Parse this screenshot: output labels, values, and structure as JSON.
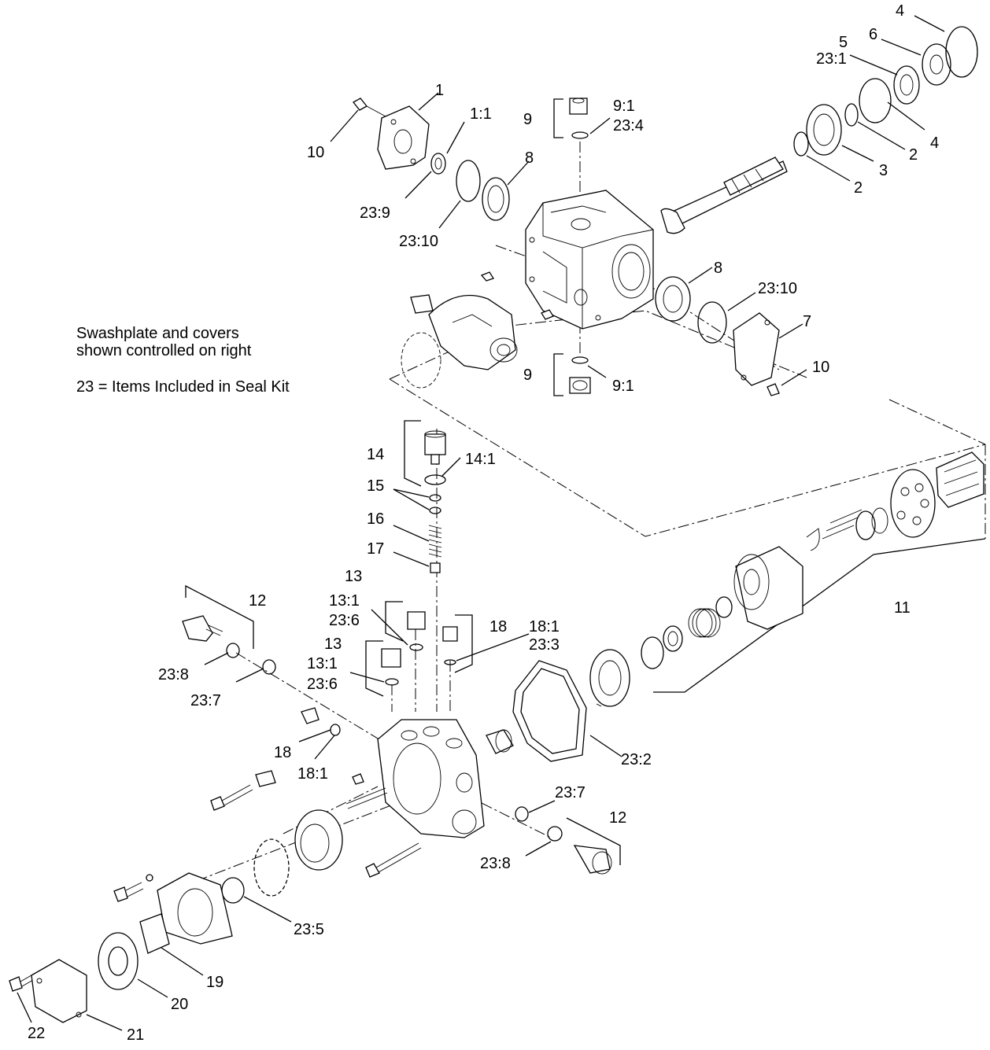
{
  "notes": {
    "line1": "Swashplate and covers",
    "line2": "shown controlled on right",
    "seal_kit": "23 = Items Included in Seal Kit"
  },
  "labels": [
    "4",
    "6",
    "5",
    "23:1",
    "1",
    "1:1",
    "9",
    "9:1",
    "23:4",
    "10",
    "4",
    "2",
    "8",
    "3",
    "2",
    "23:9",
    "23:10",
    "8",
    "23:10",
    "7",
    "9",
    "9:1",
    "10",
    "14",
    "14:1",
    "15",
    "16",
    "17",
    "13",
    "13:1",
    "23:6",
    "12",
    "18",
    "18:1",
    "23:3",
    "13",
    "13:1",
    "23:6",
    "23:8",
    "23:7",
    "11",
    "18",
    "18:1",
    "23:2",
    "23:7",
    "12",
    "23:8",
    "23:5",
    "19",
    "20",
    "21",
    "22"
  ]
}
